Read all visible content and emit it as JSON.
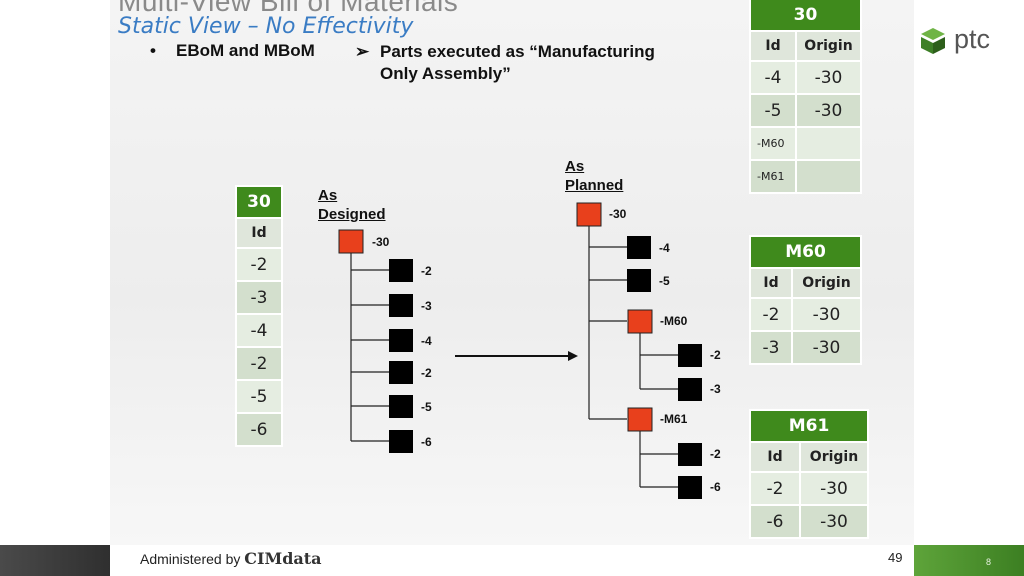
{
  "slide": {
    "title_cut": "Multi-View Bill of Materials",
    "subtitle": "Static View – No Effectivity",
    "bullet_left": {
      "symbol": "•",
      "text": "EBoM and MBoM"
    },
    "bullet_right": {
      "symbol": "➢",
      "text": "Parts executed as “Manufacturing\nOnly Assembly”"
    },
    "as_designed": [
      "As",
      "Designed"
    ],
    "as_planned": [
      "As",
      "Planned"
    ]
  },
  "left_table": {
    "header": "30",
    "col": "Id",
    "rows": [
      "-2",
      "-3",
      "-4",
      "-2",
      "-5",
      "-6"
    ]
  },
  "right_tables": [
    {
      "header": "30",
      "cols": [
        "Id",
        "Origin"
      ],
      "rows": [
        [
          "-4",
          "-30"
        ],
        [
          "-5",
          "-30"
        ],
        [
          "-M60",
          ""
        ],
        [
          "-M61",
          ""
        ]
      ]
    },
    {
      "header": "M60",
      "cols": [
        "Id",
        "Origin"
      ],
      "rows": [
        [
          "-2",
          "-30"
        ],
        [
          "-3",
          "-30"
        ]
      ]
    },
    {
      "header": "M61",
      "cols": [
        "Id",
        "Origin"
      ],
      "rows": [
        [
          "-2",
          "-30"
        ],
        [
          "-6",
          "-30"
        ]
      ]
    }
  ],
  "designed_tree": {
    "root": "-30",
    "children": [
      "-2",
      "-3",
      "-4",
      "-2",
      "-5",
      "-6"
    ]
  },
  "planned_tree": {
    "root": "-30",
    "children": [
      "-4",
      "-5",
      "-M60",
      "-2",
      "-3",
      "-M61",
      "-2",
      "-6"
    ]
  },
  "footer": {
    "admin_prefix": "Administered by",
    "admin_brand": "CIMdata",
    "page_number": "49",
    "corner_number": "8"
  },
  "logo": {
    "text": "ptc"
  },
  "colors": {
    "green": "#3f8a1c",
    "red_node": "#e8401c",
    "black_node": "#000000",
    "accent_blue": "#3a7cc4"
  }
}
